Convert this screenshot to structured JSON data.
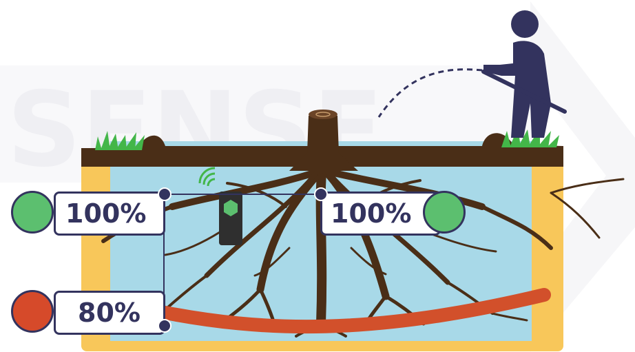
{
  "watermark": {
    "text": "SENSE"
  },
  "badges": {
    "left_top": {
      "value": "100%",
      "color": "#5cbf6f"
    },
    "right_top": {
      "value": "100%",
      "color": "#5cbf6f"
    },
    "left_bottom": {
      "value": "80%",
      "color": "#d64a2a"
    }
  },
  "colors": {
    "soil": "#4a2e17",
    "water": "#a8d9e8",
    "planter": "#f8c75a",
    "pipe": "#d2502b",
    "navy": "#33335e",
    "grass": "#43b649"
  }
}
